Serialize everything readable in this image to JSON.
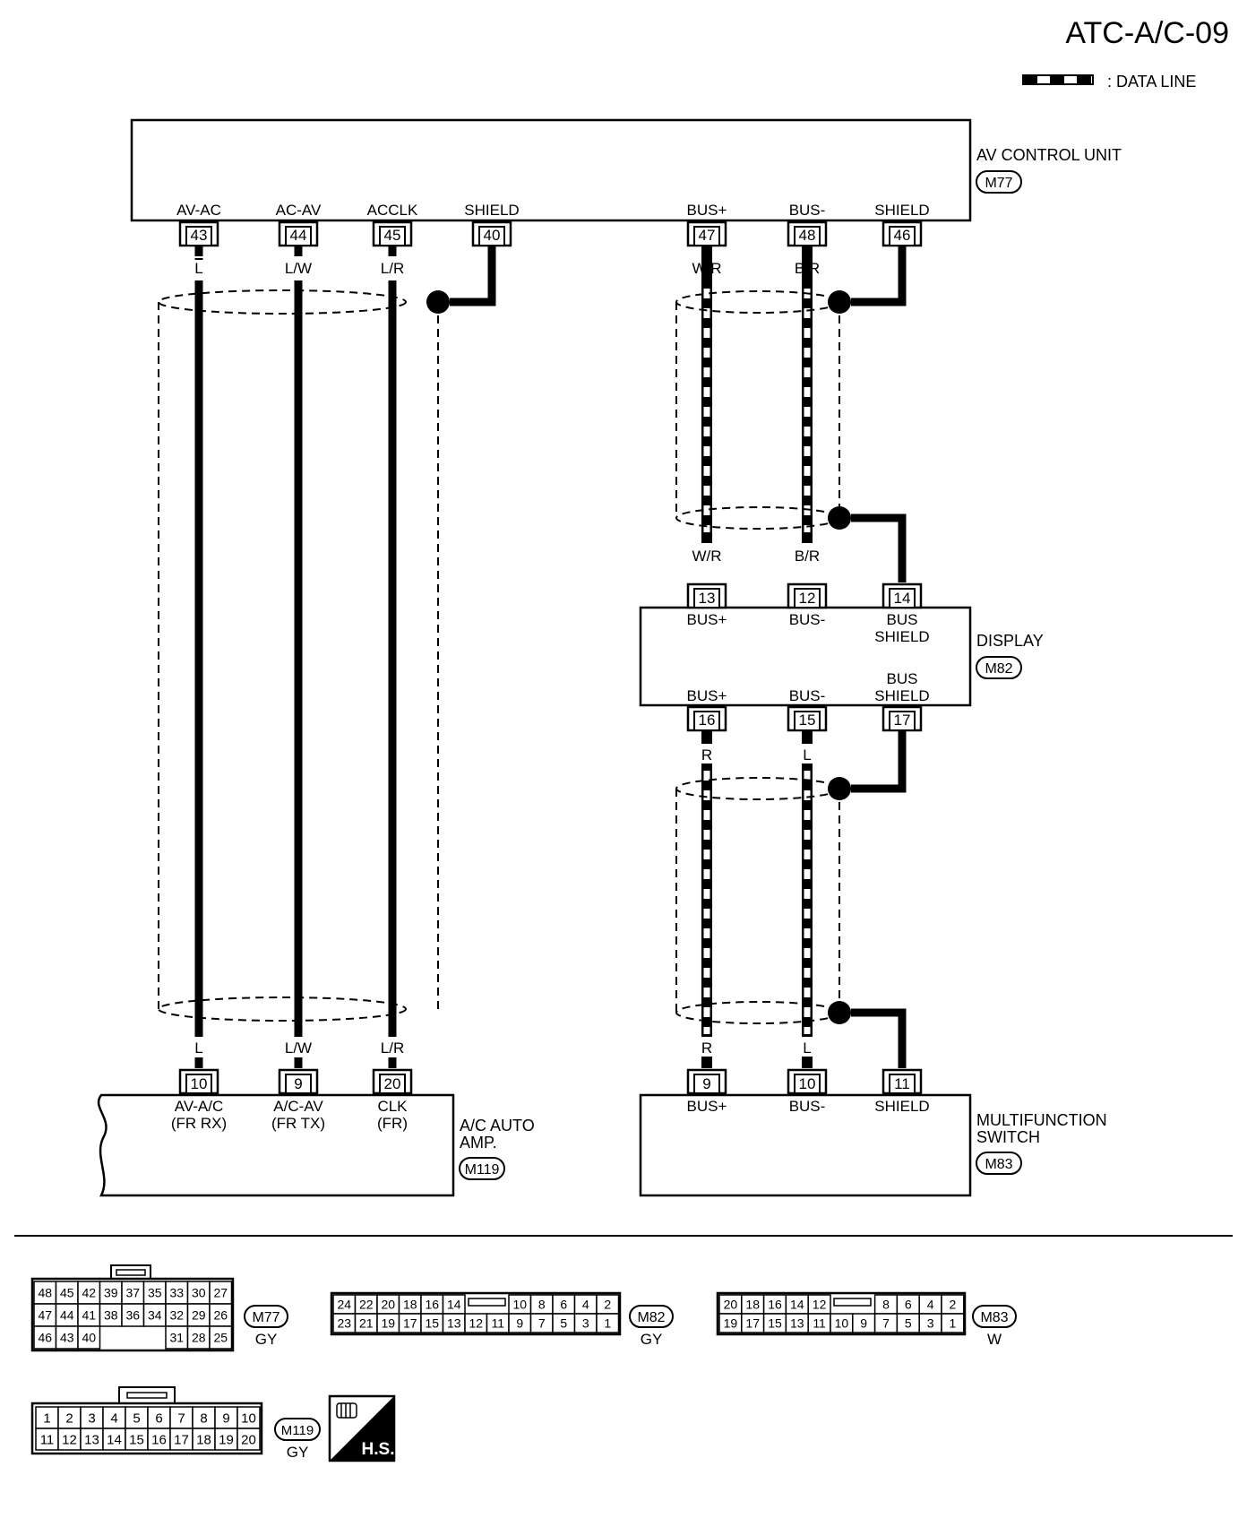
{
  "page_code": "ATC-A/C-09",
  "legend": {
    "data_line": ": DATA LINE"
  },
  "units": {
    "av_control": {
      "name": "AV CONTROL UNIT",
      "connector": "M77"
    },
    "display": {
      "name": "DISPLAY",
      "connector": "M82"
    },
    "ac_amp": {
      "name1": "A/C AUTO",
      "name2": "AMP.",
      "connector": "M119"
    },
    "multifunction": {
      "name1": "MULTIFUNCTION",
      "name2": "SWITCH",
      "connector": "M83"
    }
  },
  "av_terms": [
    {
      "pin": "43",
      "label": "AV-AC",
      "wire": "L"
    },
    {
      "pin": "44",
      "label": "AC-AV",
      "wire": "L/W"
    },
    {
      "pin": "45",
      "label": "ACCLK",
      "wire": "L/R"
    },
    {
      "pin": "40",
      "label": "SHIELD",
      "wire": ""
    },
    {
      "pin": "47",
      "label": "BUS+",
      "wire": "W/R"
    },
    {
      "pin": "48",
      "label": "BUS-",
      "wire": "B/R"
    },
    {
      "pin": "46",
      "label": "SHIELD",
      "wire": ""
    }
  ],
  "display_top": [
    {
      "pin": "13",
      "label1": "BUS+",
      "label2": "",
      "wire": "W/R"
    },
    {
      "pin": "12",
      "label1": "BUS-",
      "label2": "",
      "wire": "B/R"
    },
    {
      "pin": "14",
      "label1": "BUS",
      "label2": "SHIELD",
      "wire": ""
    }
  ],
  "display_bottom": [
    {
      "pin": "16",
      "label1": "",
      "label2": "BUS+",
      "wire": "R"
    },
    {
      "pin": "15",
      "label1": "",
      "label2": "BUS-",
      "wire": "L"
    },
    {
      "pin": "17",
      "label1": "BUS",
      "label2": "SHIELD",
      "wire": ""
    }
  ],
  "amp_terms": [
    {
      "pin": "10",
      "label1": "AV-A/C",
      "label2": "(FR RX)",
      "wire": "L"
    },
    {
      "pin": "9",
      "label1": "A/C-AV",
      "label2": "(FR TX)",
      "wire": "L/W"
    },
    {
      "pin": "20",
      "label1": "CLK",
      "label2": "(FR)",
      "wire": "L/R"
    }
  ],
  "mf_terms": [
    {
      "pin": "9",
      "label": "BUS+",
      "wire": "R"
    },
    {
      "pin": "10",
      "label": "BUS-",
      "wire": "L"
    },
    {
      "pin": "11",
      "label": "SHIELD",
      "wire": ""
    }
  ],
  "connectors": {
    "m77": {
      "id": "M77",
      "color": "GY",
      "rows": [
        [
          "48",
          "45",
          "42",
          "39",
          "37",
          "35",
          "33",
          "30",
          "27"
        ],
        [
          "47",
          "44",
          "41",
          "38",
          "36",
          "34",
          "32",
          "29",
          "26"
        ],
        [
          "46",
          "43",
          "40",
          "",
          "",
          "",
          "31",
          "28",
          "25"
        ]
      ]
    },
    "m82": {
      "id": "M82",
      "color": "GY",
      "rows": [
        [
          "24",
          "22",
          "20",
          "18",
          "16",
          "14",
          "",
          "",
          "10",
          "8",
          "6",
          "4",
          "2"
        ],
        [
          "23",
          "21",
          "19",
          "17",
          "15",
          "13",
          "12",
          "11",
          "9",
          "7",
          "5",
          "3",
          "1"
        ]
      ]
    },
    "m83": {
      "id": "M83",
      "color": "W",
      "rows": [
        [
          "20",
          "18",
          "16",
          "14",
          "12",
          "",
          "",
          "8",
          "6",
          "4",
          "2"
        ],
        [
          "19",
          "17",
          "15",
          "13",
          "11",
          "10",
          "9",
          "7",
          "5",
          "3",
          "1"
        ]
      ]
    },
    "m119": {
      "id": "M119",
      "color": "GY",
      "rows": [
        [
          "1",
          "2",
          "3",
          "4",
          "5",
          "6",
          "7",
          "8",
          "9",
          "10"
        ],
        [
          "11",
          "12",
          "13",
          "14",
          "15",
          "16",
          "17",
          "18",
          "19",
          "20"
        ]
      ]
    }
  },
  "hs_badge": "H.S."
}
